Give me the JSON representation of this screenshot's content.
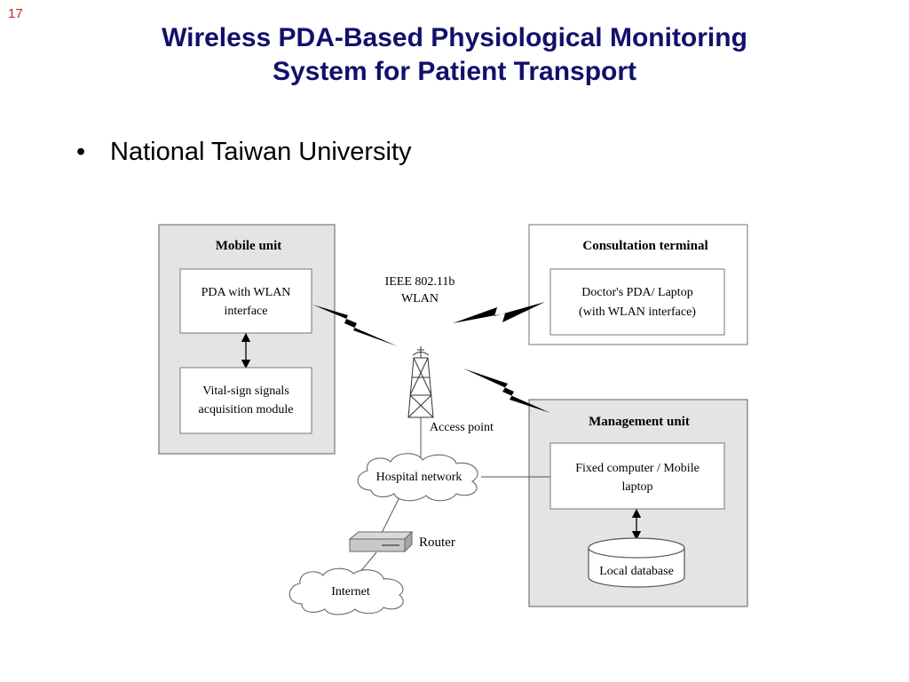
{
  "slide_number": "17",
  "title": {
    "line1": "Wireless PDA-Based Physiological Monitoring",
    "line2": "System for Patient Transport"
  },
  "bullet": "National Taiwan University",
  "diagram": {
    "mobile_unit": {
      "title": "Mobile unit",
      "pda_line1": "PDA with WLAN",
      "pda_line2": "interface",
      "vital_line1": "Vital-sign signals",
      "vital_line2": "acquisition module"
    },
    "consultation": {
      "title": "Consultation terminal",
      "device_line1": "Doctor's PDA/ Laptop",
      "device_line2": "(with WLAN interface)"
    },
    "management": {
      "title": "Management unit",
      "computer_line1": "Fixed computer  /  Mobile",
      "computer_line2": "laptop",
      "database": "Local database"
    },
    "wlan_line1": "IEEE 802.11b",
    "wlan_line2": "WLAN",
    "access_point": "Access point",
    "hospital_network": "Hospital network",
    "router": "Router",
    "internet": "Internet"
  }
}
